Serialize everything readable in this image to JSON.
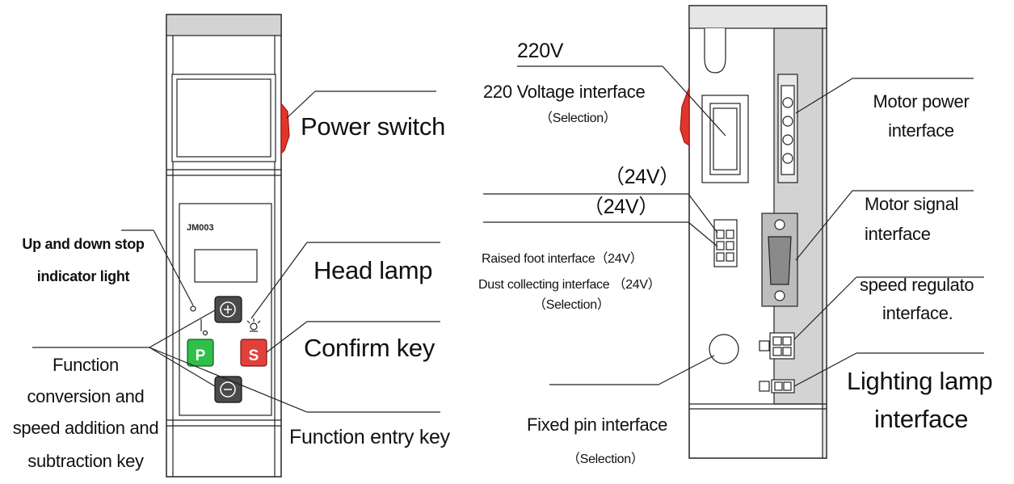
{
  "left_panel": {
    "model": "JM003",
    "key_p": "P",
    "key_s": "S",
    "key_plus_icon": "plus-circle-icon",
    "key_minus_icon": "minus-circle-icon",
    "lamp_icon": "head-lamp-icon"
  },
  "left_labels": {
    "power_switch": "Power switch",
    "updown_line1": "Up and down stop",
    "updown_line2": "indicator light",
    "head_lamp": "Head lamp",
    "confirm_key": "Confirm key",
    "function_line1": "Function",
    "function_line2": "conversion and",
    "function_line3": "speed addition and",
    "function_line4": "subtraction key",
    "function_entry": "Function entry key"
  },
  "right_labels": {
    "v220": "220V",
    "voltage_interface": "220 Voltage  interface",
    "selection_1": "（Selection）",
    "v24_a": "（24V）",
    "v24_b": "（24V）",
    "raised_foot": "Raised foot interface（24V）",
    "dust_collecting": "Dust collecting interface （24V）",
    "selection_2": "（Selection）",
    "fixed_pin": "Fixed pin interface",
    "selection_3": "（Selection）",
    "motor_power_1": "Motor power",
    "motor_power_2": "interface",
    "motor_signal_1": "Motor signal",
    "motor_signal_2": "interface",
    "speed_1": "speed regulato",
    "speed_2": "interface.",
    "lighting_1": "Lighting lamp",
    "lighting_2": "interface"
  },
  "colors": {
    "key_p": "#2fbf4a",
    "key_s": "#e2403a",
    "switch_red": "#e0342c",
    "line": "#222222",
    "housing_gray": "#d3d3d3"
  }
}
